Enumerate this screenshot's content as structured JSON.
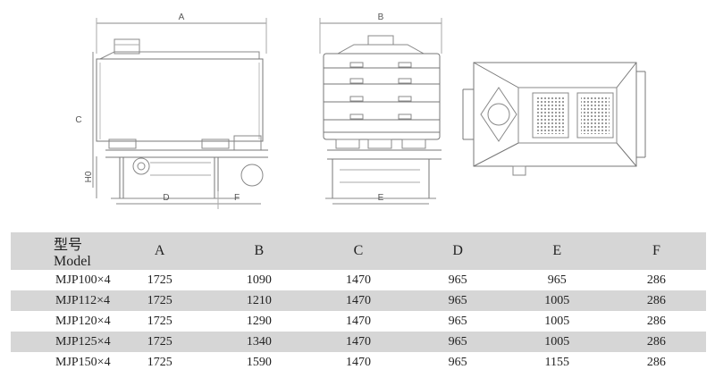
{
  "drawings": {
    "front": {
      "dim_top": "A",
      "dim_left": "C",
      "dim_height": "H0",
      "dim_bottom_d": "D",
      "dim_bottom_f": "F"
    },
    "side": {
      "dim_top": "B",
      "dim_bottom": "E"
    }
  },
  "spec_table": {
    "headers": [
      "型号Model",
      "A",
      "B",
      "C",
      "D",
      "E",
      "F"
    ],
    "rows": [
      [
        "MJP100×4",
        "1725",
        "1090",
        "1470",
        "965",
        "965",
        "286"
      ],
      [
        "MJP112×4",
        "1725",
        "1210",
        "1470",
        "965",
        "1005",
        "286"
      ],
      [
        "MJP120×4",
        "1725",
        "1290",
        "1470",
        "965",
        "1005",
        "286"
      ],
      [
        "MJP125×4",
        "1725",
        "1340",
        "1470",
        "965",
        "1005",
        "286"
      ],
      [
        "MJP150×4",
        "1725",
        "1590",
        "1470",
        "965",
        "1155",
        "286"
      ]
    ]
  }
}
